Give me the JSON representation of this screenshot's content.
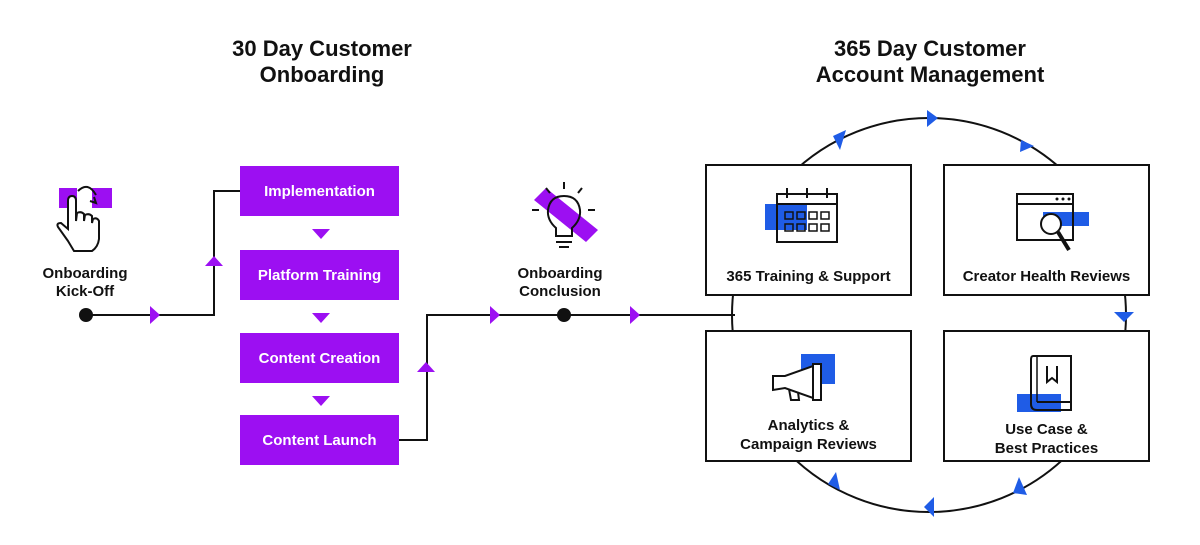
{
  "left_title": [
    "30 Day Customer",
    "Onboarding"
  ],
  "right_title": [
    "365 Day Customer",
    "Account Management"
  ],
  "kickoff_label": [
    "Onboarding",
    "Kick-Off"
  ],
  "conclusion_label": [
    "Onboarding",
    "Conclusion"
  ],
  "steps": [
    "Implementation",
    "Platform Training",
    "Content Creation",
    "Content Launch"
  ],
  "cycle_boxes": [
    {
      "label": [
        "365 Training & Support"
      ],
      "icon": "calendar-icon"
    },
    {
      "label": [
        "Creator Health Reviews"
      ],
      "icon": "browser-search-icon"
    },
    {
      "label": [
        "Analytics &",
        "Campaign Reviews"
      ],
      "icon": "megaphone-icon"
    },
    {
      "label": [
        "Use Case &",
        "Best Practices"
      ],
      "icon": "book-icon"
    }
  ],
  "colors": {
    "purple": "#9c0ff2",
    "blue": "#1f5ce6",
    "dark": "#111111"
  }
}
